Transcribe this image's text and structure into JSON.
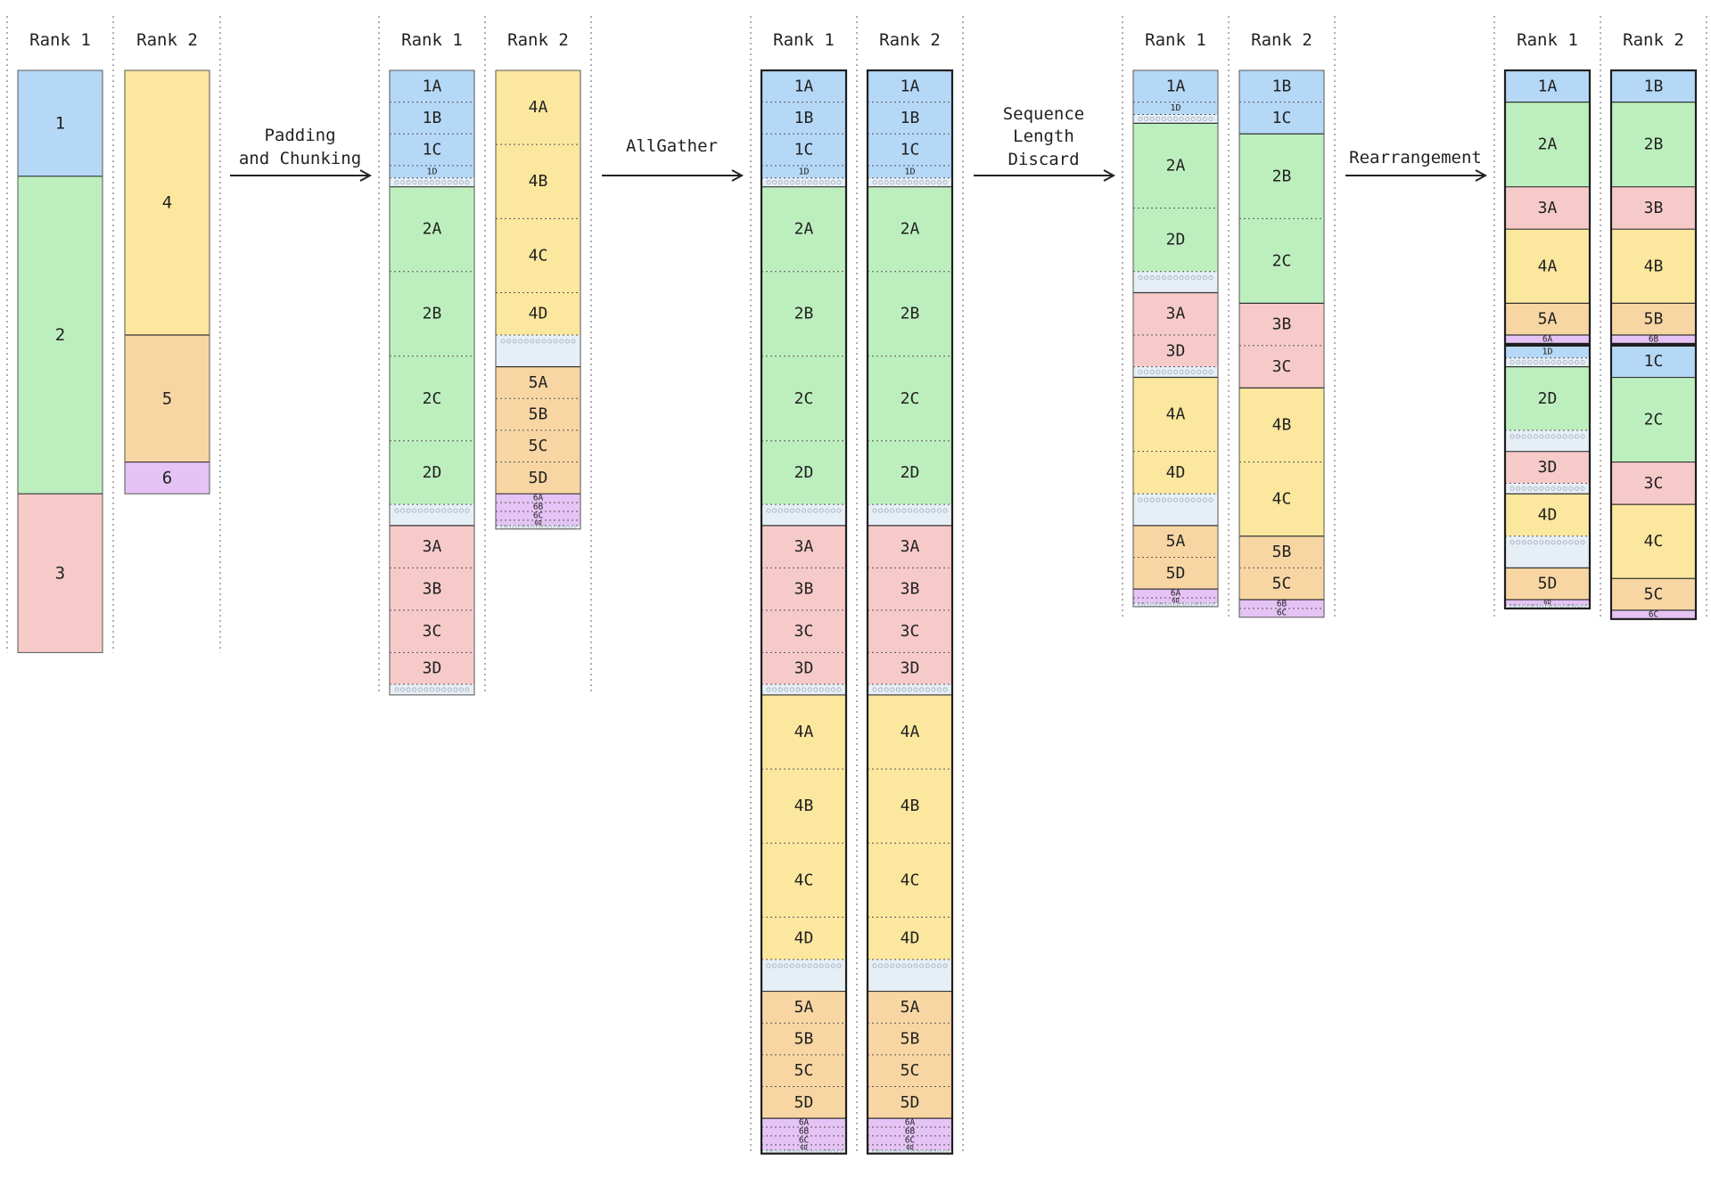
{
  "colors": {
    "1": "#b5d8f7",
    "2": "#bdefbe",
    "3": "#f7caca",
    "4": "#fbe79d",
    "5": "#f8d6a3",
    "6": "#e5c3f5",
    "pad": "#e6eef6",
    "pad_dots": "#a9b3bf",
    "border": "#3a3a3a",
    "guide": "#7a7a7a",
    "text": "#222222"
  },
  "arrows": [
    {
      "lines": [
        "Padding",
        "and Chunking"
      ]
    },
    {
      "lines": [
        "AllGather"
      ]
    },
    {
      "lines": [
        "Sequence",
        "Length",
        "Discard"
      ]
    },
    {
      "lines": [
        "Rearrangement"
      ]
    }
  ],
  "stages": [
    {
      "name": "original",
      "columns": [
        {
          "header": "Rank 1",
          "blocks": [
            {
              "seq": "1",
              "label": "1",
              "units": 3
            },
            {
              "seq": "2",
              "label": "2",
              "units": 9
            },
            {
              "seq": "3",
              "label": "3",
              "units": 4.5
            }
          ]
        },
        {
          "header": "Rank 2",
          "blocks": [
            {
              "seq": "4",
              "label": "4",
              "units": 7.5
            },
            {
              "seq": "5",
              "label": "5",
              "units": 3.6
            },
            {
              "seq": "6",
              "label": "6",
              "units": 0.9
            }
          ]
        }
      ]
    },
    {
      "name": "padded",
      "columns": [
        {
          "header": "Rank 1",
          "blocks": [
            {
              "seq": "1",
              "label": "1A",
              "units": 0.9
            },
            {
              "seq": "1",
              "label": "1B",
              "units": 0.9
            },
            {
              "seq": "1",
              "label": "1C",
              "units": 0.9
            },
            {
              "seq": "1",
              "label": "1D",
              "units": 0.35
            },
            {
              "seq": "pad",
              "label": "",
              "units": 0.25
            },
            {
              "seq": "2",
              "label": "2A",
              "units": 2.4
            },
            {
              "seq": "2",
              "label": "2B",
              "units": 2.4
            },
            {
              "seq": "2",
              "label": "2C",
              "units": 2.4
            },
            {
              "seq": "2",
              "label": "2D",
              "units": 1.8
            },
            {
              "seq": "pad",
              "label": "",
              "units": 0.6
            },
            {
              "seq": "3",
              "label": "3A",
              "units": 1.2
            },
            {
              "seq": "3",
              "label": "3B",
              "units": 1.2
            },
            {
              "seq": "3",
              "label": "3C",
              "units": 1.2
            },
            {
              "seq": "3",
              "label": "3D",
              "units": 0.9
            },
            {
              "seq": "pad",
              "label": "",
              "units": 0.3
            }
          ]
        },
        {
          "header": "Rank 2",
          "blocks": [
            {
              "seq": "4",
              "label": "4A",
              "units": 2.1
            },
            {
              "seq": "4",
              "label": "4B",
              "units": 2.1
            },
            {
              "seq": "4",
              "label": "4C",
              "units": 2.1
            },
            {
              "seq": "4",
              "label": "4D",
              "units": 1.2
            },
            {
              "seq": "pad",
              "label": "",
              "units": 0.9
            },
            {
              "seq": "5",
              "label": "5A",
              "units": 0.9
            },
            {
              "seq": "5",
              "label": "5B",
              "units": 0.9
            },
            {
              "seq": "5",
              "label": "5C",
              "units": 0.9
            },
            {
              "seq": "5",
              "label": "5D",
              "units": 0.9
            },
            {
              "seq": "6",
              "label": "6A",
              "units": 0.25
            },
            {
              "seq": "6",
              "label": "6B",
              "units": 0.25
            },
            {
              "seq": "6",
              "label": "6C",
              "units": 0.25
            },
            {
              "seq": "6",
              "label": "6D",
              "units": 0.15
            },
            {
              "seq": "pad",
              "label": "",
              "units": 0.1
            }
          ]
        }
      ]
    },
    {
      "name": "gathered",
      "columns": [
        {
          "header": "Rank 1",
          "outline": true,
          "blocks": [
            {
              "seq": "1",
              "label": "1A",
              "units": 0.9
            },
            {
              "seq": "1",
              "label": "1B",
              "units": 0.9
            },
            {
              "seq": "1",
              "label": "1C",
              "units": 0.9
            },
            {
              "seq": "1",
              "label": "1D",
              "units": 0.35
            },
            {
              "seq": "pad",
              "label": "",
              "units": 0.25
            },
            {
              "seq": "2",
              "label": "2A",
              "units": 2.4
            },
            {
              "seq": "2",
              "label": "2B",
              "units": 2.4
            },
            {
              "seq": "2",
              "label": "2C",
              "units": 2.4
            },
            {
              "seq": "2",
              "label": "2D",
              "units": 1.8
            },
            {
              "seq": "pad",
              "label": "",
              "units": 0.6
            },
            {
              "seq": "3",
              "label": "3A",
              "units": 1.2
            },
            {
              "seq": "3",
              "label": "3B",
              "units": 1.2
            },
            {
              "seq": "3",
              "label": "3C",
              "units": 1.2
            },
            {
              "seq": "3",
              "label": "3D",
              "units": 0.9
            },
            {
              "seq": "pad",
              "label": "",
              "units": 0.3
            },
            {
              "seq": "4",
              "label": "4A",
              "units": 2.1
            },
            {
              "seq": "4",
              "label": "4B",
              "units": 2.1
            },
            {
              "seq": "4",
              "label": "4C",
              "units": 2.1
            },
            {
              "seq": "4",
              "label": "4D",
              "units": 1.2
            },
            {
              "seq": "pad",
              "label": "",
              "units": 0.9
            },
            {
              "seq": "5",
              "label": "5A",
              "units": 0.9
            },
            {
              "seq": "5",
              "label": "5B",
              "units": 0.9
            },
            {
              "seq": "5",
              "label": "5C",
              "units": 0.9
            },
            {
              "seq": "5",
              "label": "5D",
              "units": 0.9
            },
            {
              "seq": "6",
              "label": "6A",
              "units": 0.25
            },
            {
              "seq": "6",
              "label": "6B",
              "units": 0.25
            },
            {
              "seq": "6",
              "label": "6C",
              "units": 0.25
            },
            {
              "seq": "6",
              "label": "6D",
              "units": 0.15
            },
            {
              "seq": "pad",
              "label": "",
              "units": 0.1
            }
          ]
        },
        {
          "header": "Rank 2",
          "outline": true,
          "blocks": [
            {
              "seq": "1",
              "label": "1A",
              "units": 0.9
            },
            {
              "seq": "1",
              "label": "1B",
              "units": 0.9
            },
            {
              "seq": "1",
              "label": "1C",
              "units": 0.9
            },
            {
              "seq": "1",
              "label": "1D",
              "units": 0.35
            },
            {
              "seq": "pad",
              "label": "",
              "units": 0.25
            },
            {
              "seq": "2",
              "label": "2A",
              "units": 2.4
            },
            {
              "seq": "2",
              "label": "2B",
              "units": 2.4
            },
            {
              "seq": "2",
              "label": "2C",
              "units": 2.4
            },
            {
              "seq": "2",
              "label": "2D",
              "units": 1.8
            },
            {
              "seq": "pad",
              "label": "",
              "units": 0.6
            },
            {
              "seq": "3",
              "label": "3A",
              "units": 1.2
            },
            {
              "seq": "3",
              "label": "3B",
              "units": 1.2
            },
            {
              "seq": "3",
              "label": "3C",
              "units": 1.2
            },
            {
              "seq": "3",
              "label": "3D",
              "units": 0.9
            },
            {
              "seq": "pad",
              "label": "",
              "units": 0.3
            },
            {
              "seq": "4",
              "label": "4A",
              "units": 2.1
            },
            {
              "seq": "4",
              "label": "4B",
              "units": 2.1
            },
            {
              "seq": "4",
              "label": "4C",
              "units": 2.1
            },
            {
              "seq": "4",
              "label": "4D",
              "units": 1.2
            },
            {
              "seq": "pad",
              "label": "",
              "units": 0.9
            },
            {
              "seq": "5",
              "label": "5A",
              "units": 0.9
            },
            {
              "seq": "5",
              "label": "5B",
              "units": 0.9
            },
            {
              "seq": "5",
              "label": "5C",
              "units": 0.9
            },
            {
              "seq": "5",
              "label": "5D",
              "units": 0.9
            },
            {
              "seq": "6",
              "label": "6A",
              "units": 0.25
            },
            {
              "seq": "6",
              "label": "6B",
              "units": 0.25
            },
            {
              "seq": "6",
              "label": "6C",
              "units": 0.25
            },
            {
              "seq": "6",
              "label": "6D",
              "units": 0.15
            },
            {
              "seq": "pad",
              "label": "",
              "units": 0.1
            }
          ]
        }
      ]
    },
    {
      "name": "discarded",
      "columns": [
        {
          "header": "Rank 1",
          "blocks": [
            {
              "seq": "1",
              "label": "1A",
              "units": 0.9
            },
            {
              "seq": "1",
              "label": "1D",
              "units": 0.35
            },
            {
              "seq": "pad",
              "label": "",
              "units": 0.25
            },
            {
              "seq": "2",
              "label": "2A",
              "units": 2.4
            },
            {
              "seq": "2",
              "label": "2D",
              "units": 1.8
            },
            {
              "seq": "pad",
              "label": "",
              "units": 0.6
            },
            {
              "seq": "3",
              "label": "3A",
              "units": 1.2
            },
            {
              "seq": "3",
              "label": "3D",
              "units": 0.9
            },
            {
              "seq": "pad",
              "label": "",
              "units": 0.3
            },
            {
              "seq": "4",
              "label": "4A",
              "units": 2.1
            },
            {
              "seq": "4",
              "label": "4D",
              "units": 1.2
            },
            {
              "seq": "pad",
              "label": "",
              "units": 0.9
            },
            {
              "seq": "5",
              "label": "5A",
              "units": 0.9
            },
            {
              "seq": "5",
              "label": "5D",
              "units": 0.9
            },
            {
              "seq": "6",
              "label": "6A",
              "units": 0.25
            },
            {
              "seq": "6",
              "label": "6D",
              "units": 0.15
            },
            {
              "seq": "pad",
              "label": "",
              "units": 0.1
            }
          ]
        },
        {
          "header": "Rank 2",
          "blocks": [
            {
              "seq": "1",
              "label": "1B",
              "units": 0.9
            },
            {
              "seq": "1",
              "label": "1C",
              "units": 0.9
            },
            {
              "seq": "2",
              "label": "2B",
              "units": 2.4
            },
            {
              "seq": "2",
              "label": "2C",
              "units": 2.4
            },
            {
              "seq": "3",
              "label": "3B",
              "units": 1.2
            },
            {
              "seq": "3",
              "label": "3C",
              "units": 1.2
            },
            {
              "seq": "4",
              "label": "4B",
              "units": 2.1
            },
            {
              "seq": "4",
              "label": "4C",
              "units": 2.1
            },
            {
              "seq": "5",
              "label": "5B",
              "units": 0.9
            },
            {
              "seq": "5",
              "label": "5C",
              "units": 0.9
            },
            {
              "seq": "6",
              "label": "6B",
              "units": 0.25
            },
            {
              "seq": "6",
              "label": "6C",
              "units": 0.25
            }
          ]
        }
      ]
    },
    {
      "name": "rearranged",
      "columns": [
        {
          "header": "Rank 1",
          "outline": true,
          "groups": [
            {
              "blocks": [
                {
                  "seq": "1",
                  "label": "1A",
                  "units": 0.9
                },
                {
                  "seq": "2",
                  "label": "2A",
                  "units": 2.4
                },
                {
                  "seq": "3",
                  "label": "3A",
                  "units": 1.2
                },
                {
                  "seq": "4",
                  "label": "4A",
                  "units": 2.1
                },
                {
                  "seq": "5",
                  "label": "5A",
                  "units": 0.9
                },
                {
                  "seq": "6",
                  "label": "6A",
                  "units": 0.25
                }
              ]
            },
            {
              "blocks": [
                {
                  "seq": "1",
                  "label": "1D",
                  "units": 0.35
                },
                {
                  "seq": "pad",
                  "label": "",
                  "units": 0.25
                },
                {
                  "seq": "2",
                  "label": "2D",
                  "units": 1.8
                },
                {
                  "seq": "pad",
                  "label": "",
                  "units": 0.6
                },
                {
                  "seq": "3",
                  "label": "3D",
                  "units": 0.9
                },
                {
                  "seq": "pad",
                  "label": "",
                  "units": 0.3
                },
                {
                  "seq": "4",
                  "label": "4D",
                  "units": 1.2
                },
                {
                  "seq": "pad",
                  "label": "",
                  "units": 0.9
                },
                {
                  "seq": "5",
                  "label": "5D",
                  "units": 0.9
                },
                {
                  "seq": "6",
                  "label": "6D",
                  "units": 0.15
                },
                {
                  "seq": "pad",
                  "label": "",
                  "units": 0.1
                }
              ]
            }
          ]
        },
        {
          "header": "Rank 2",
          "outline": true,
          "groups": [
            {
              "blocks": [
                {
                  "seq": "1",
                  "label": "1B",
                  "units": 0.9
                },
                {
                  "seq": "2",
                  "label": "2B",
                  "units": 2.4
                },
                {
                  "seq": "3",
                  "label": "3B",
                  "units": 1.2
                },
                {
                  "seq": "4",
                  "label": "4B",
                  "units": 2.1
                },
                {
                  "seq": "5",
                  "label": "5B",
                  "units": 0.9
                },
                {
                  "seq": "6",
                  "label": "6B",
                  "units": 0.25
                }
              ]
            },
            {
              "blocks": [
                {
                  "seq": "1",
                  "label": "1C",
                  "units": 0.9
                },
                {
                  "seq": "2",
                  "label": "2C",
                  "units": 2.4
                },
                {
                  "seq": "3",
                  "label": "3C",
                  "units": 1.2
                },
                {
                  "seq": "4",
                  "label": "4C",
                  "units": 2.1
                },
                {
                  "seq": "5",
                  "label": "5C",
                  "units": 0.9
                },
                {
                  "seq": "6",
                  "label": "6C",
                  "units": 0.25
                }
              ]
            }
          ]
        }
      ]
    }
  ]
}
